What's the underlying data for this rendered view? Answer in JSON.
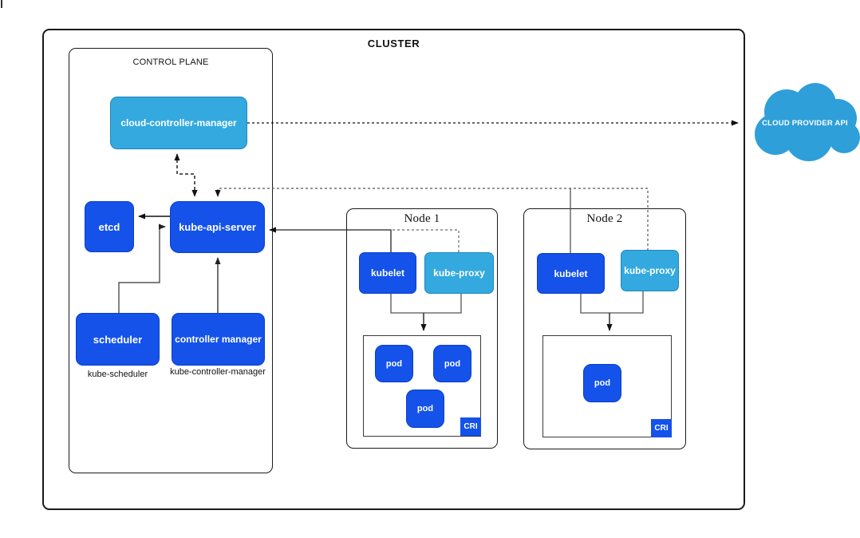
{
  "cluster": {
    "label": "CLUSTER"
  },
  "control_plane": {
    "label": "CONTROL PLANE",
    "cloud_controller_manager": {
      "label": "cloud-controller-manager"
    },
    "etcd": {
      "label": "etcd"
    },
    "kube_api_server": {
      "label": "kube-api-server"
    },
    "scheduler": {
      "label": "scheduler",
      "caption": "kube-scheduler"
    },
    "controller_manager": {
      "label": "controller manager",
      "caption": "kube-controller-manager"
    }
  },
  "nodes": [
    {
      "title": "Node 1",
      "kubelet": "kubelet",
      "kube_proxy": "kube-proxy",
      "pods": [
        "pod",
        "pod",
        "pod"
      ],
      "container_runtime": "CRI"
    },
    {
      "title": "Node 2",
      "kubelet": "kubelet",
      "kube_proxy": "kube-proxy",
      "pods": [
        "pod"
      ],
      "container_runtime": "CRI"
    }
  ],
  "external": {
    "cloud_provider_api": {
      "label": "CLOUD PROVIDER API"
    }
  },
  "colors": {
    "primary_blue": "#1452EA",
    "light_blue": "#33A9E0",
    "cloud_blue": "#2E9FD9",
    "line_black": "#111111",
    "line_gray": "#555555"
  },
  "connections": [
    {
      "from": "cloud-controller-manager",
      "to": "kube-api-server",
      "style": "dashed",
      "bidirectional": true
    },
    {
      "from": "cloud-controller-manager",
      "to": "cloud-provider-api",
      "style": "dashed"
    },
    {
      "from": "kube-api-server",
      "to": "etcd",
      "style": "solid"
    },
    {
      "from": "scheduler",
      "to": "kube-api-server",
      "style": "solid"
    },
    {
      "from": "controller-manager",
      "to": "kube-api-server",
      "style": "solid"
    },
    {
      "from": "node1.kubelet",
      "to": "kube-api-server",
      "style": "solid"
    },
    {
      "from": "node1.kube-proxy",
      "to": "kube-api-server",
      "style": "dashed"
    },
    {
      "from": "node2.kubelet",
      "to": "kube-api-server",
      "style": "solid"
    },
    {
      "from": "node2.kube-proxy",
      "to": "kube-api-server",
      "style": "dashed"
    },
    {
      "from": "node1.kubelet",
      "to": "node1.pods",
      "style": "solid"
    },
    {
      "from": "node1.kube-proxy",
      "to": "node1.pods",
      "style": "solid"
    },
    {
      "from": "node2.kubelet",
      "to": "node2.pods",
      "style": "solid"
    },
    {
      "from": "node2.kube-proxy",
      "to": "node2.pods",
      "style": "solid"
    }
  ]
}
